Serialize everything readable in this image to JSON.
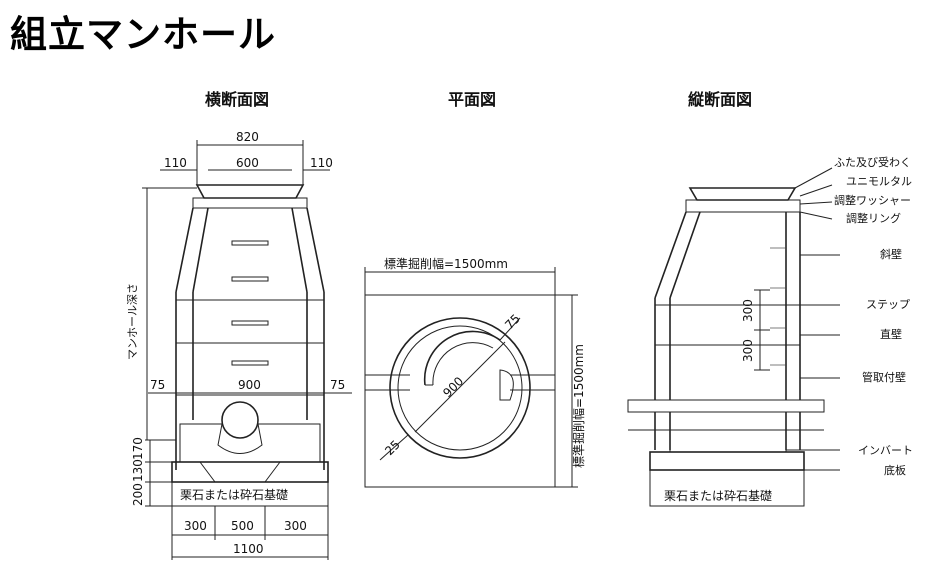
{
  "title": "組立マンホール",
  "views": {
    "cross_section": "横断面図",
    "plan": "平面図",
    "longitudinal": "縦断面図"
  },
  "dims_cross": {
    "top_overall": "820",
    "top_inner": "600",
    "top_left": "110",
    "top_right": "110",
    "mid_left": "75",
    "mid_inner": "900",
    "mid_right": "75",
    "depth_label": "マンホール深さ",
    "v_170": "170",
    "v_130": "130",
    "v_200": "200",
    "bot_left": "300",
    "bot_mid": "500",
    "bot_right": "300",
    "bot_total": "1100",
    "foundation": "栗石または砕石基礎"
  },
  "dims_plan": {
    "width_h": "標準掘削幅=1500mm",
    "width_v": "標準掘削幅=1500mm",
    "d_75": "75",
    "d_900": "900",
    "d_25": "25"
  },
  "dims_long": {
    "v_300a": "300",
    "v_300b": "300",
    "foundation": "栗石または砕石基礎"
  },
  "labels": [
    "ふた及び受わく",
    "ユニモルタル",
    "調整ワッシャー",
    "調整リング",
    "斜壁",
    "ステップ",
    "直壁",
    "管取付壁",
    "インバート",
    "底板"
  ]
}
